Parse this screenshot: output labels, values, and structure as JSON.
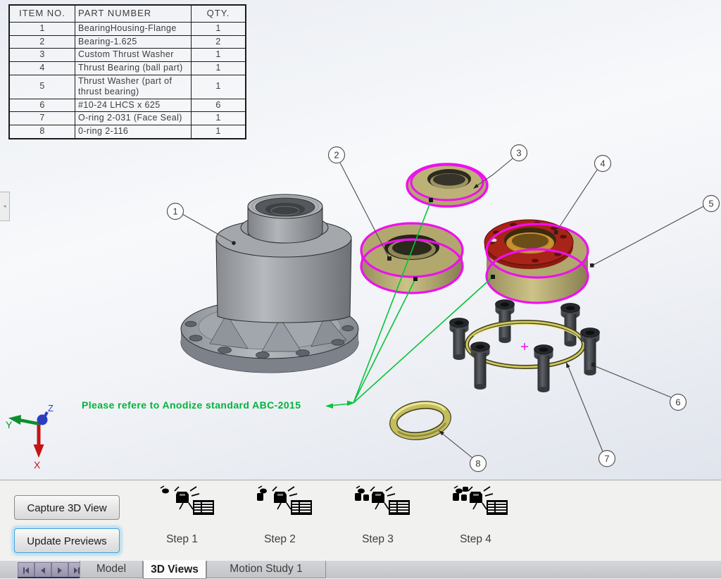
{
  "bom": {
    "headers": [
      "ITEM NO.",
      "PART NUMBER",
      "QTY."
    ],
    "rows": [
      {
        "item": "1",
        "part": "BearingHousing-Flange",
        "qty": "1"
      },
      {
        "item": "2",
        "part": "Bearing-1.625",
        "qty": "2"
      },
      {
        "item": "3",
        "part": "Custom Thrust Washer",
        "qty": "1"
      },
      {
        "item": "4",
        "part": "Thrust Bearing (ball part)",
        "qty": "1"
      },
      {
        "item": "5",
        "part": "Thrust Washer (part of thrust bearing)",
        "qty": "1"
      },
      {
        "item": "6",
        "part": "#10-24 LHCS x 625",
        "qty": "6"
      },
      {
        "item": "7",
        "part": "O-ring 2-031 (Face Seal)",
        "qty": "1"
      },
      {
        "item": "8",
        "part": "0-ring 2-116",
        "qty": "1"
      }
    ]
  },
  "viewport": {
    "annotation": {
      "text": "Please refere to Anodize standard ABC-2015",
      "color": "#00b438"
    },
    "balloons": [
      {
        "number": "1"
      },
      {
        "number": "2"
      },
      {
        "number": "3"
      },
      {
        "number": "4"
      },
      {
        "number": "5"
      },
      {
        "number": "6"
      },
      {
        "number": "7"
      },
      {
        "number": "8"
      }
    ],
    "triad": {
      "x": "X",
      "y": "Y",
      "z": "Z"
    },
    "highlight_color": "#ee10ee"
  },
  "panel": {
    "capture_button": "Capture 3D View",
    "update_button": "Update Previews",
    "steps": [
      {
        "label": "Step 1"
      },
      {
        "label": "Step 2"
      },
      {
        "label": "Step 3"
      },
      {
        "label": "Step 4"
      }
    ]
  },
  "tabbar": {
    "tabs": [
      {
        "label": "Model"
      },
      {
        "label": "3D Views"
      },
      {
        "label": "Motion Study 1"
      }
    ]
  }
}
